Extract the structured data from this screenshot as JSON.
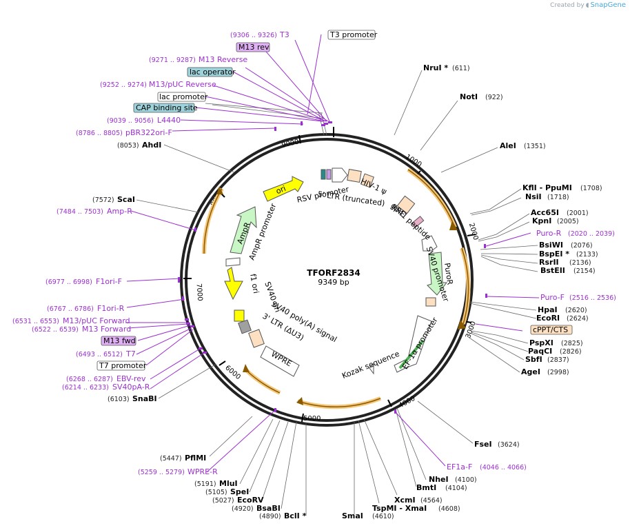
{
  "branding": {
    "prefix": "Created by",
    "name": "SnapGene"
  },
  "plasmid": {
    "name": "TFORF2834",
    "size_label": "9349 bp"
  },
  "ticks": [
    {
      "label": "1000",
      "pos": 1000
    },
    {
      "label": "2000",
      "pos": 2000
    },
    {
      "label": "3000",
      "pos": 3000
    },
    {
      "label": "4000",
      "pos": 4000
    },
    {
      "label": "5000",
      "pos": 5000
    },
    {
      "label": "6000",
      "pos": 6000
    },
    {
      "label": "7000",
      "pos": 7000
    },
    {
      "label": "8000",
      "pos": 8000
    },
    {
      "label": "9000",
      "pos": 9000
    }
  ],
  "enzymes_right": [
    {
      "name": "NruI *",
      "pos": "(611)"
    },
    {
      "name": "NotI",
      "pos": "(922)"
    },
    {
      "name": "AleI",
      "pos": "(1351)"
    },
    {
      "name": "KflI  -  PpuMI",
      "pos": "(1708)"
    },
    {
      "name": "NsiI",
      "pos": "(1718)"
    },
    {
      "name": "Acc65I",
      "pos": "(2001)"
    },
    {
      "name": "KpnI",
      "pos": "(2005)"
    },
    {
      "name": "BsiWI",
      "pos": "(2076)"
    },
    {
      "name": "BspEI *",
      "pos": "(2133)"
    },
    {
      "name": "RsrII",
      "pos": "(2136)"
    },
    {
      "name": "BstEII",
      "pos": "(2154)"
    },
    {
      "name": "HpaI",
      "pos": "(2620)"
    },
    {
      "name": "EcoRI",
      "pos": "(2624)"
    },
    {
      "name": "PspXI",
      "pos": "(2825)"
    },
    {
      "name": "PaqCI",
      "pos": "(2826)"
    },
    {
      "name": "SbfI",
      "pos": "(2837)"
    },
    {
      "name": "AgeI",
      "pos": "(2998)"
    },
    {
      "name": "FseI",
      "pos": "(3624)"
    },
    {
      "name": "NheI",
      "pos": "(4100)"
    },
    {
      "name": "BmtI",
      "pos": "(4104)"
    },
    {
      "name": "XcmI",
      "pos": "(4564)"
    },
    {
      "name": "TspMI  -  XmaI",
      "pos": "(4608)"
    },
    {
      "name": "SmaI",
      "pos": "(4610)"
    }
  ],
  "enzymes_left": [
    {
      "name": "AhdI",
      "pos": "(8053)"
    },
    {
      "name": "ScaI",
      "pos": "(7572)"
    },
    {
      "name": "SnaBI",
      "pos": "(6103)"
    },
    {
      "name": "PflMI",
      "pos": "(5447)"
    },
    {
      "name": "MluI",
      "pos": "(5191)"
    },
    {
      "name": "SpeI",
      "pos": "(5105)"
    },
    {
      "name": "EcoRV",
      "pos": "(5027)"
    },
    {
      "name": "BsaBI",
      "pos": "(4920)"
    },
    {
      "name": "BclI *",
      "pos": "(4890)"
    }
  ],
  "primers": [
    {
      "name": "T3",
      "pos": "(9306 .. 9326)"
    },
    {
      "name": "M13 Reverse",
      "pos": "(9271 .. 9287)"
    },
    {
      "name": "M13/pUC Reverse",
      "pos": "(9252 .. 9274)"
    },
    {
      "name": "L4440",
      "pos": "(9039 .. 9056)"
    },
    {
      "name": "pBR322ori-F",
      "pos": "(8786 .. 8805)"
    },
    {
      "name": "Amp-R",
      "pos": "(7484 .. 7503)"
    },
    {
      "name": "F1ori-F",
      "pos": "(6977 .. 6998)"
    },
    {
      "name": "F1ori-R",
      "pos": "(6767 .. 6786)"
    },
    {
      "name": "M13/pUC Forward",
      "pos": "(6531 .. 6553)"
    },
    {
      "name": "M13 Forward",
      "pos": "(6522 .. 6539)"
    },
    {
      "name": "T7",
      "pos": "(6493 .. 6512)"
    },
    {
      "name": "EBV-rev",
      "pos": "(6268 .. 6287)"
    },
    {
      "name": "SV40pA-R",
      "pos": "(6214 .. 6233)"
    },
    {
      "name": "WPRE-R",
      "pos": "(5259 .. 5279)"
    },
    {
      "name": "Puro-R",
      "pos": "(2020 .. 2039)"
    },
    {
      "name": "Puro-F",
      "pos": "(2516 .. 2536)"
    },
    {
      "name": "EF1a-F",
      "pos": "(4046 .. 4066)"
    }
  ],
  "boxes": [
    {
      "text": "T3 promoter"
    },
    {
      "text": "M13 rev"
    },
    {
      "text": "lac operator"
    },
    {
      "text": "lac promoter"
    },
    {
      "text": "CAP binding site"
    },
    {
      "text": "M13 fwd"
    },
    {
      "text": "T7 promoter"
    },
    {
      "text": "cPPT/CTS"
    }
  ],
  "features": [
    {
      "text": "RSV promoter"
    },
    {
      "text": "5' LTR (truncated)"
    },
    {
      "text": "HIV-1 ψ"
    },
    {
      "text": "RRE"
    },
    {
      "text": "gp41 peptide"
    },
    {
      "text": "SV40 promoter"
    },
    {
      "text": "PuroR"
    },
    {
      "text": "EF-1α promoter"
    },
    {
      "text": "Kozak sequence"
    },
    {
      "text": "WPRE"
    },
    {
      "text": "3' LTR (ΔU3)"
    },
    {
      "text": "SV40 poly(A) signal"
    },
    {
      "text": "SV40 ori"
    },
    {
      "text": "f1 ori"
    },
    {
      "text": "AmpR promoter"
    },
    {
      "text": "AmpR"
    },
    {
      "text": "ori"
    }
  ],
  "colors": {
    "enzyme": "#000000",
    "primer": "#9b2fd0",
    "orf_arc": "#f5c77a",
    "box_purple": "#e0b0f5",
    "box_teal": "#9fd3dc",
    "box_orange": "#fde0c2",
    "promoter": "#ffffff",
    "ori": "#ffff00",
    "amp": "#c8f7c5",
    "brand": "#4aa8d8"
  }
}
